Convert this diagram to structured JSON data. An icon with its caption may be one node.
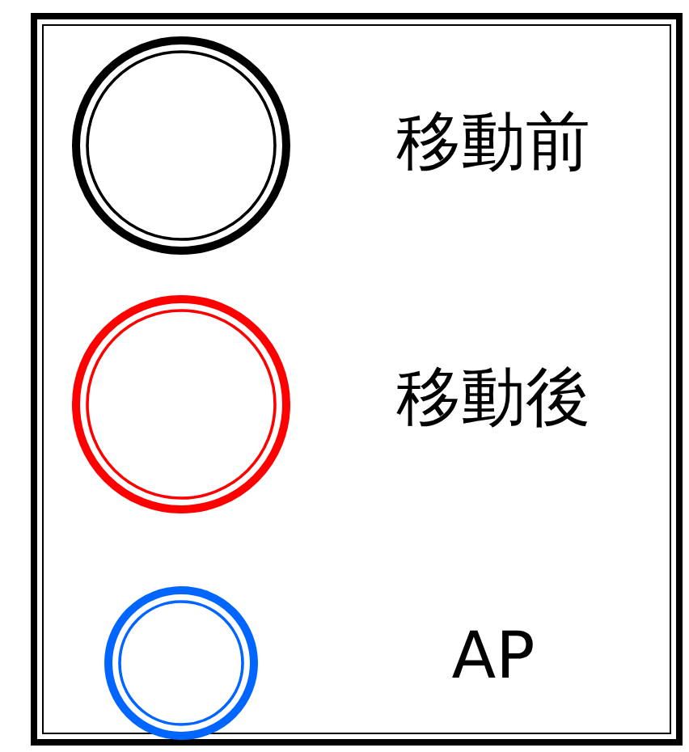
{
  "diagram": {
    "legend": [
      {
        "text": "移動前"
      },
      {
        "text": "移動後"
      },
      {
        "text": "AP"
      }
    ]
  }
}
